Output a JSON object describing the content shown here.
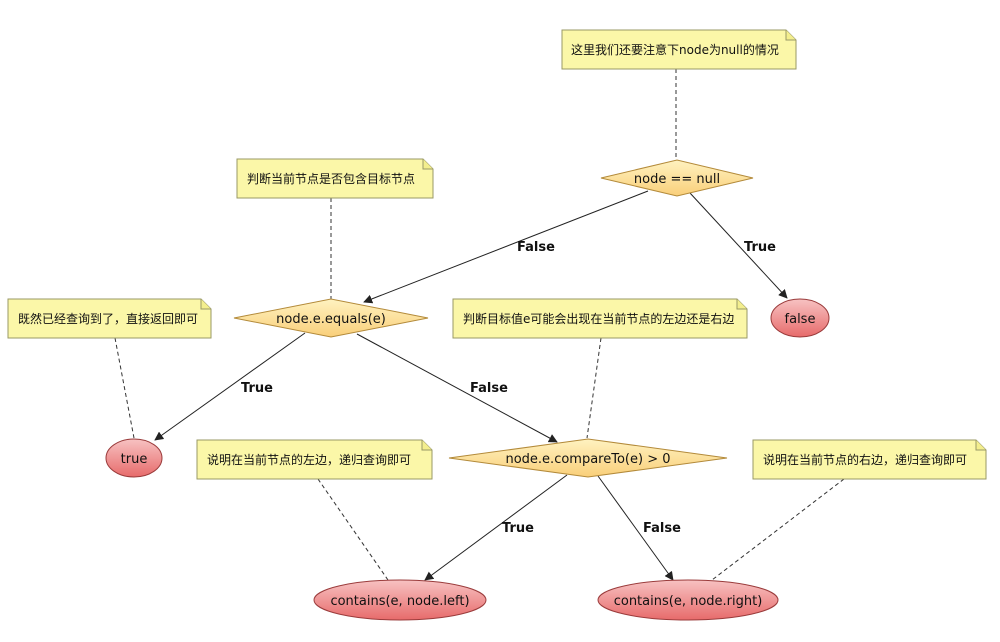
{
  "notes": {
    "null_check": "这里我们还要注意下node为null的情况",
    "contains_check": "判断当前节点是否包含目标节点",
    "found": "既然已经查询到了，直接返回即可",
    "direction": "判断目标值e可能会出现在当前节点的左边还是右边",
    "go_left": "说明在当前节点的左边，递归查询即可",
    "go_right": "说明在当前节点的右边，递归查询即可"
  },
  "decisions": {
    "is_null": "node == null",
    "equals": "node.e.equals(e)",
    "compare": "node.e.compareTo(e) > 0"
  },
  "terminals": {
    "false_result": "false",
    "true_result": "true",
    "recurse_left": "contains(e, node.left)",
    "recurse_right": "contains(e, node.right)"
  },
  "edges": {
    "null_false": "False",
    "null_true": "True",
    "equals_true": "True",
    "equals_false": "False",
    "compare_true": "True",
    "compare_false": "False"
  },
  "colors": {
    "note_fill": "#fbf7a8",
    "note_stroke": "#999966",
    "diamond_fill_top": "#fff2c0",
    "diamond_fill_bottom": "#f9cf7a",
    "ellipse_fill_top": "#f7b9b9",
    "ellipse_fill_bottom": "#e86a6a",
    "stroke": "#333333"
  }
}
